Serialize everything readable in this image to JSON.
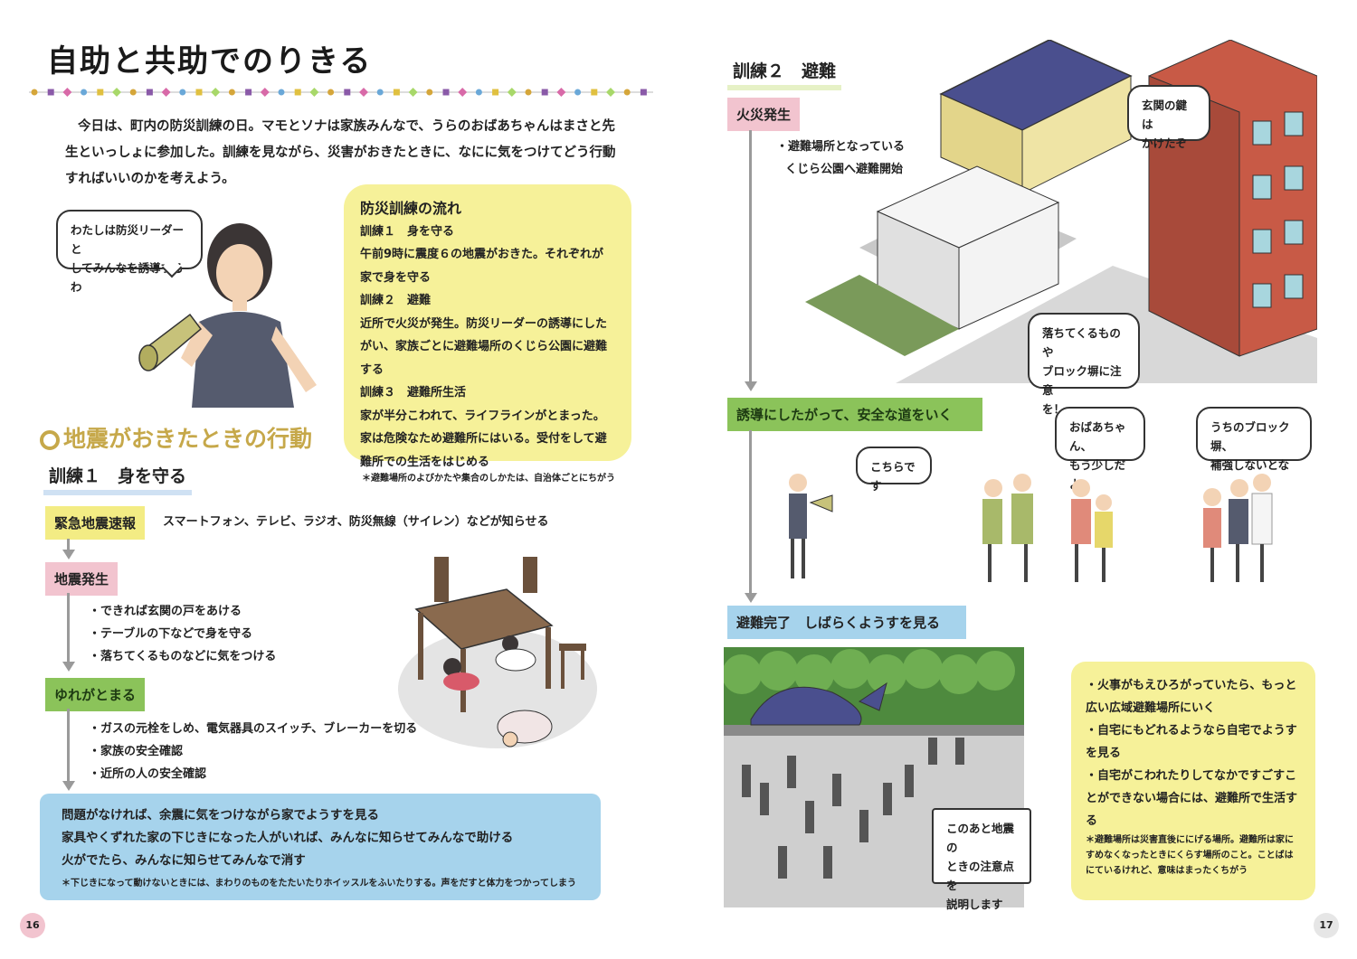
{
  "left_page": {
    "title": "自助と共助でのりきる",
    "intro": "今日は、町内の防災訓練の日。マモとソナは家族みんなで、うらのおばあちゃんはまさと先生といっしょに参加した。訓練を見ながら、災害がおきたときに、なにに気をつけてどう行動すればいいのかを考えよう。",
    "leader_bubble": [
      "わたしは防災リーダーと",
      "してみんなを誘導するわ"
    ],
    "flow_box": {
      "title": "防災訓練の流れ",
      "items": [
        {
          "head": "訓練１　身を守る",
          "body": "午前9時に震度６の地震がおきた。それぞれが家で身を守る"
        },
        {
          "head": "訓練２　避難",
          "body": "近所で火災が発生。防災リーダーの誘導にしたがい、家族ごとに避難場所のくじら公園に避難する"
        },
        {
          "head": "訓練３　避難所生活",
          "body": "家が半分こわれて、ライフラインがとまった。家は危険なため避難所にはいる。受付をして避難所での生活をはじめる"
        }
      ]
    },
    "flow_note": "＊避難場所のよびかたや集合のしかたは、自治体ごとにちがう",
    "section_heading": "地震がおきたときの行動",
    "training1_heading": "訓練１　身を守る",
    "step_alert": {
      "label": "緊急地震速報",
      "text": "スマートフォン、テレビ、ラジオ、防災無線（サイレン）などが知らせる"
    },
    "step_quake": {
      "label": "地震発生",
      "items": [
        "・できれば玄関の戸をあける",
        "・テーブルの下などで身を守る",
        "・落ちてくるものなどに気をつける"
      ]
    },
    "step_stop": {
      "label": "ゆれがとまる",
      "items": [
        "・ガスの元栓をしめ、電気器具のスイッチ、ブレーカーを切る",
        "・家族の安全確認",
        "・近所の人の安全確認"
      ]
    },
    "blue_box": {
      "lines": [
        "問題がなければ、余震に気をつけながら家でようすを見る",
        "家具やくずれた家の下じきになった人がいれば、みんなに知らせてみんなで助ける",
        "火がでたら、みんなに知らせてみんなで消す"
      ],
      "note": "＊下じきになって動けないときには、まわりのものをたたいたりホイッスルをふいたりする。声をだすと体力をつかってしまう"
    },
    "page_number": "16"
  },
  "right_page": {
    "training2_heading": "訓練２　避難",
    "step_fire": {
      "label": "火災発生",
      "items": [
        "・避難場所となっている",
        "くじら公園へ避難開始"
      ]
    },
    "bubble_key": [
      "玄関の鍵は",
      "かけたぞ"
    ],
    "bubble_block": [
      "落ちてくるものや",
      "ブロック塀に注意",
      "を！"
    ],
    "step_guide": {
      "label": "誘導にしたがって、安全な道をいく"
    },
    "bubble_here": "こちらです",
    "bubble_grandma": [
      "おばあちゃん、",
      "もう少しだよ"
    ],
    "bubble_wall": [
      "うちのブロック塀、",
      "補強しないとな"
    ],
    "step_done": {
      "label": "避難完了　しばらくようすを見る"
    },
    "bubble_next": [
      "このあと地震の",
      "ときの注意点を",
      "説明します"
    ],
    "yellow_box": {
      "items": [
        "・火事がもえひろがっていたら、もっと広い広域避難場所にいく",
        "・自宅にもどれるようなら自宅でようすを見る",
        "・自宅がこわれたりしてなかですごすことができない場合には、避難所で生活する"
      ],
      "note": "＊避難場所は災害直後ににげる場所。避難所は家にすめなくなったときにくらす場所のこと。ことばはにているけれど、意味はまったくちがう"
    },
    "page_number": "17"
  },
  "colors": {
    "tag_yellow": "#f3ec84",
    "tag_pink": "#f2c4cf",
    "tag_green": "#8bc35a",
    "tag_blue": "#a6d3ec",
    "box_yellow": "#f6f199",
    "section_gold": "#c6a84a"
  },
  "icons": [
    "megaphone-illustration",
    "house-illustration",
    "park-whale-illustration",
    "table-shelter-illustration"
  ]
}
